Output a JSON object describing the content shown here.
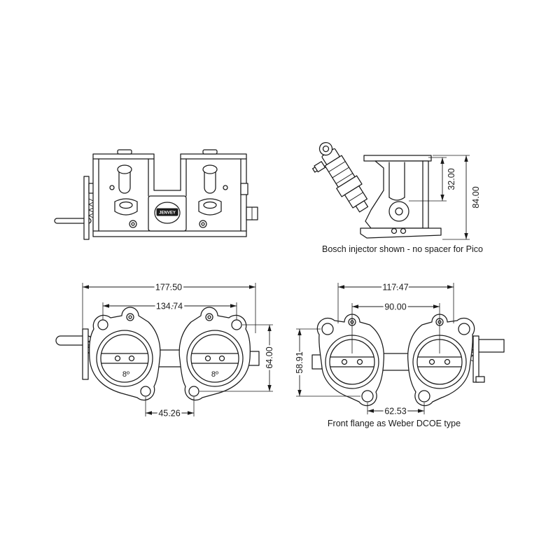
{
  "views": {
    "front": {
      "logo_text": "JENVEY"
    },
    "side": {
      "dim_top_to_spindle": "32.00",
      "dim_overall_height": "84.00",
      "caption": "Bosch injector shown - no spacer for Pico"
    },
    "flange_standard": {
      "dim_overall_width": "177.50",
      "dim_hole_spacing": "134.74",
      "dim_height": "64.00",
      "dim_bottom_holes": "45.26",
      "plate_angle_left": "8º",
      "plate_angle_right": "8º"
    },
    "flange_dcoe": {
      "dim_overall_width": "117.47",
      "dim_bore_spacing": "90.00",
      "dim_height": "58.91",
      "dim_bottom_holes": "62.53",
      "caption": "Front flange as Weber DCOE type"
    }
  },
  "colors": {
    "line": "#1a1a1a",
    "background": "#ffffff"
  }
}
